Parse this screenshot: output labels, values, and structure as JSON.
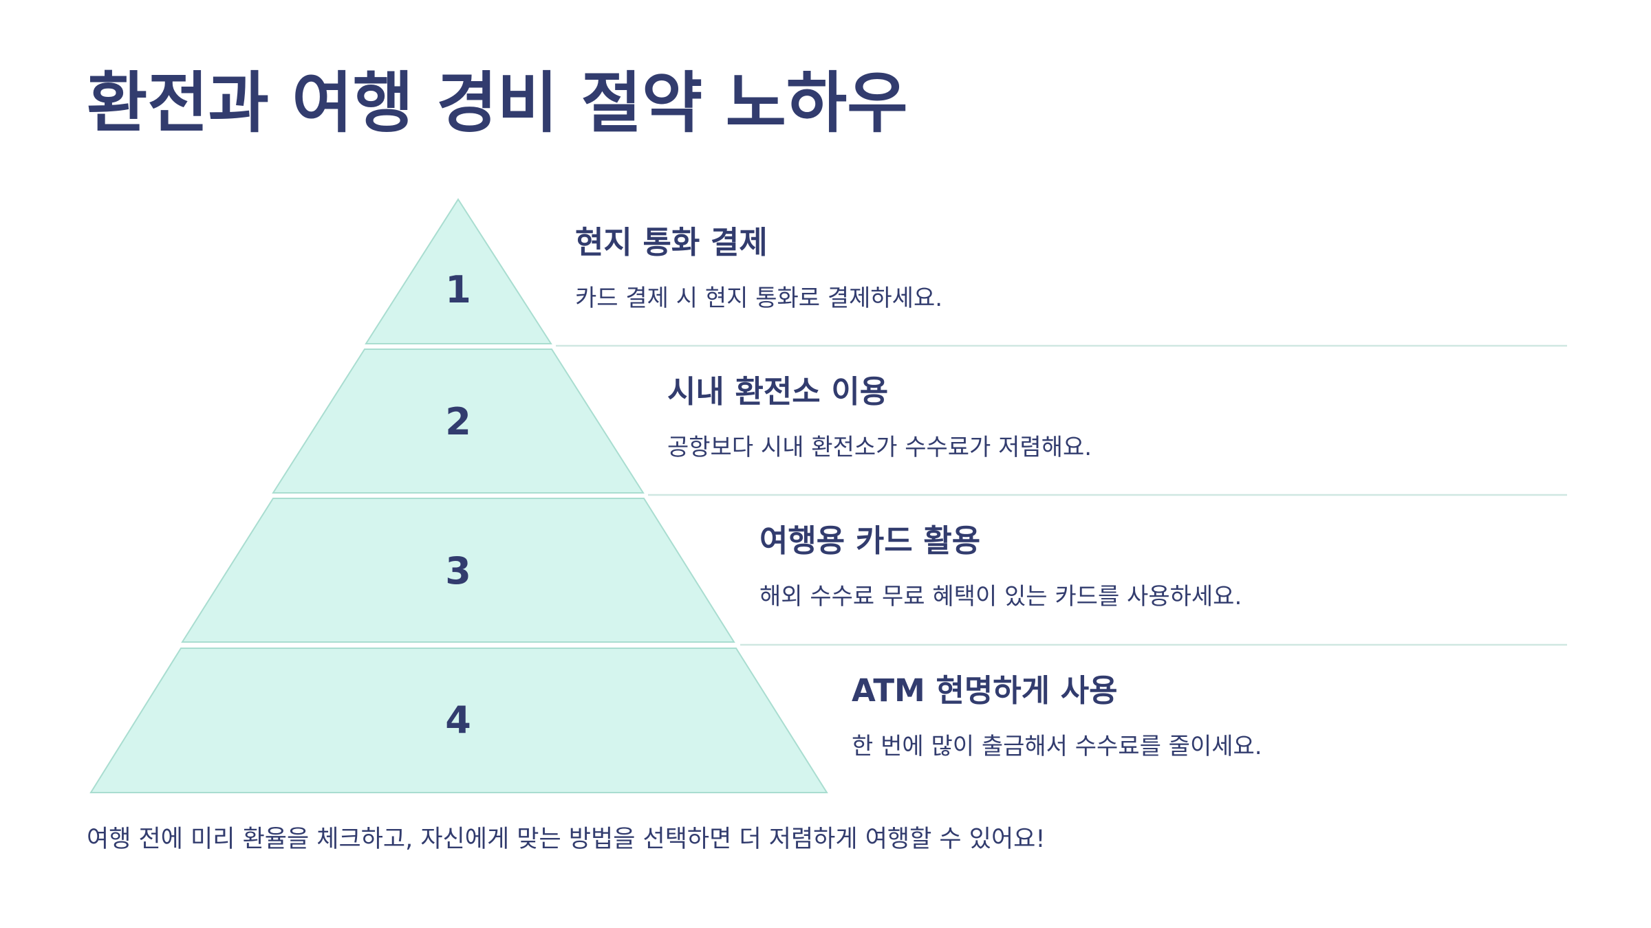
{
  "title": "환전과 여행 경비 절약 노하우",
  "colors": {
    "text": "#323c6e",
    "fill": "#d5f5ee",
    "stroke": "#a9ddd0",
    "divider": "#cfe7e1"
  },
  "levels": [
    {
      "number": "1",
      "heading": "현지 통화 결제",
      "description": "카드 결제 시 현지 통화로 결제하세요."
    },
    {
      "number": "2",
      "heading": "시내 환전소 이용",
      "description": "공항보다 시내 환전소가 수수료가 저렴해요."
    },
    {
      "number": "3",
      "heading": "여행용 카드 활용",
      "description": "해외 수수료 무료 혜택이 있는 카드를 사용하세요."
    },
    {
      "number": "4",
      "heading": "ATM 현명하게 사용",
      "description": "한 번에 많이 출금해서 수수료를 줄이세요."
    }
  ],
  "footer": "여행 전에 미리 환율을 체크하고, 자신에게 맞는 방법을 선택하면 더 저렴하게 여행할 수 있어요!"
}
